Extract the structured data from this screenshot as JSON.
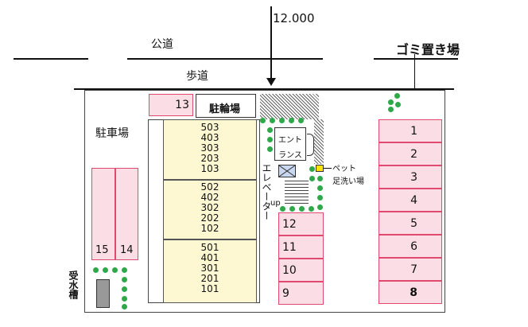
{
  "labels": {
    "distance": "12.000",
    "road": "公道",
    "sidewalk": "歩道",
    "garbage": "ゴミ置き場",
    "bicycle_parking": "駐輪場",
    "parking_lot": "駐車場",
    "entrance_line1": "エント",
    "entrance_line2": "ランス",
    "pet_line1": "ペット",
    "pet_line2": "足洗い場",
    "elevator": "エレベーター",
    "up": "up",
    "water_tank": "受水槽"
  },
  "spaces_right": [
    "1",
    "2",
    "3",
    "4",
    "5",
    "6",
    "7",
    "8"
  ],
  "spaces_mid": [
    "12",
    "11",
    "10",
    "9"
  ],
  "spaces_left": [
    "15",
    "14"
  ],
  "space_top": "13",
  "rooms_upper": [
    "503",
    "403",
    "303",
    "203",
    "103"
  ],
  "rooms_middle": [
    "502",
    "402",
    "302",
    "202",
    "102"
  ],
  "rooms_lower": [
    "501",
    "401",
    "301",
    "201",
    "101"
  ]
}
